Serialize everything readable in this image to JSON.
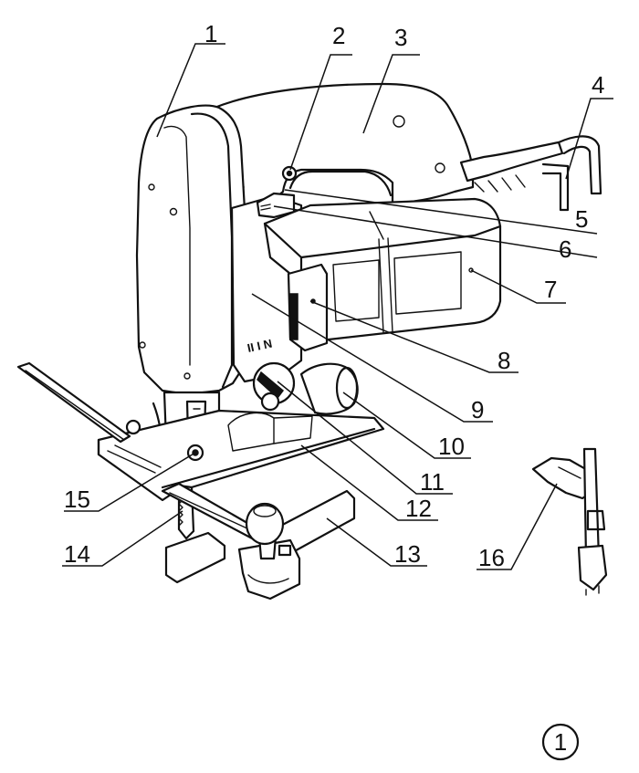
{
  "callouts": [
    {
      "id": "1",
      "text": "1"
    },
    {
      "id": "2",
      "text": "2"
    },
    {
      "id": "3",
      "text": "3"
    },
    {
      "id": "4",
      "text": "4"
    },
    {
      "id": "5",
      "text": "5"
    },
    {
      "id": "6",
      "text": "6"
    },
    {
      "id": "7",
      "text": "7"
    },
    {
      "id": "8",
      "text": "8"
    },
    {
      "id": "9",
      "text": "9"
    },
    {
      "id": "10",
      "text": "10"
    },
    {
      "id": "11",
      "text": "11"
    },
    {
      "id": "12",
      "text": "12"
    },
    {
      "id": "13",
      "text": "13"
    },
    {
      "id": "14",
      "text": "14"
    },
    {
      "id": "15",
      "text": "15"
    },
    {
      "id": "16",
      "text": "16"
    }
  ],
  "stroke_marks": "II  I  N",
  "figure_number": "1"
}
